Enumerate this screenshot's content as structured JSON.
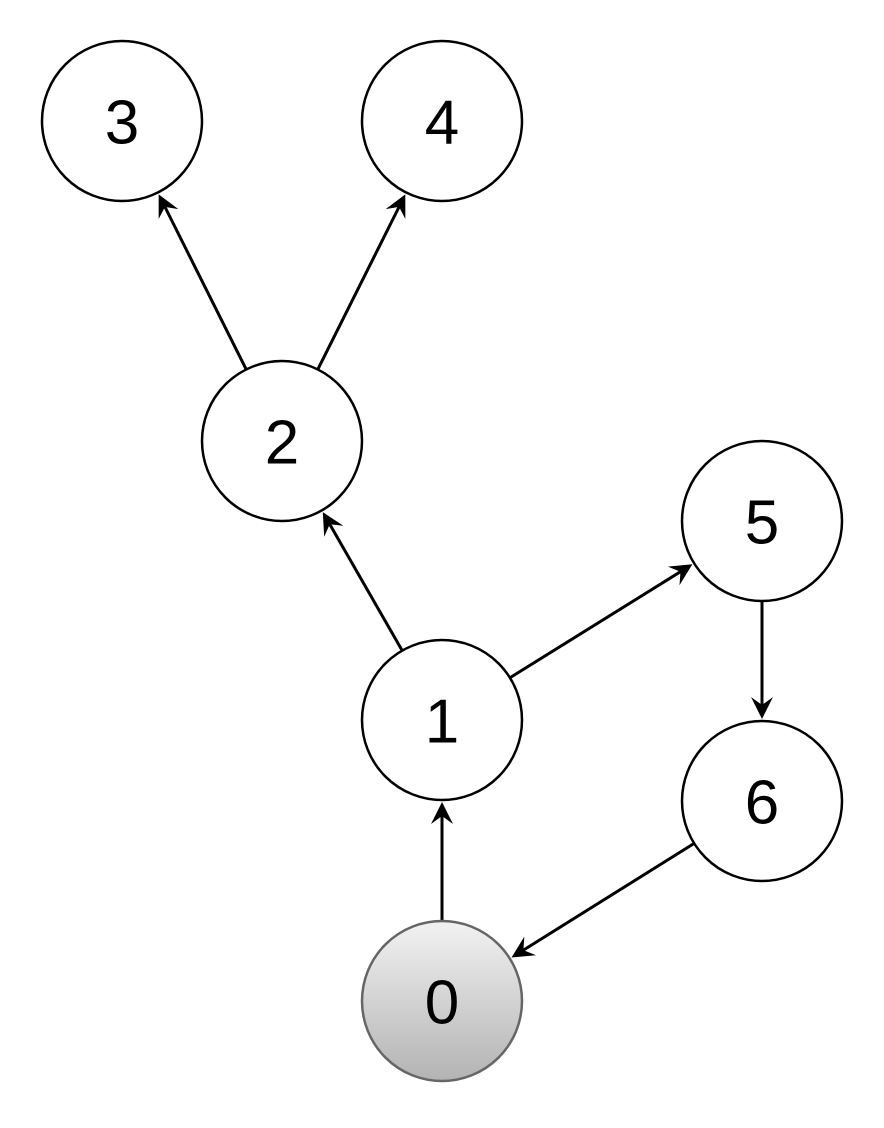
{
  "nodes": [
    {
      "id": "0",
      "label": "0",
      "highlighted": true
    },
    {
      "id": "1",
      "label": "1",
      "highlighted": false
    },
    {
      "id": "2",
      "label": "2",
      "highlighted": false
    },
    {
      "id": "3",
      "label": "3",
      "highlighted": false
    },
    {
      "id": "4",
      "label": "4",
      "highlighted": false
    },
    {
      "id": "5",
      "label": "5",
      "highlighted": false
    },
    {
      "id": "6",
      "label": "6",
      "highlighted": false
    }
  ],
  "edges": [
    {
      "from": "0",
      "to": "1"
    },
    {
      "from": "1",
      "to": "2"
    },
    {
      "from": "2",
      "to": "3"
    },
    {
      "from": "2",
      "to": "4"
    },
    {
      "from": "1",
      "to": "5"
    },
    {
      "from": "5",
      "to": "6"
    },
    {
      "from": "6",
      "to": "0"
    }
  ],
  "colors": {
    "highlight_top": "#f2f2f2",
    "highlight_bottom": "#b3b3b3",
    "highlight_stroke": "#666666",
    "stroke": "#000000"
  }
}
